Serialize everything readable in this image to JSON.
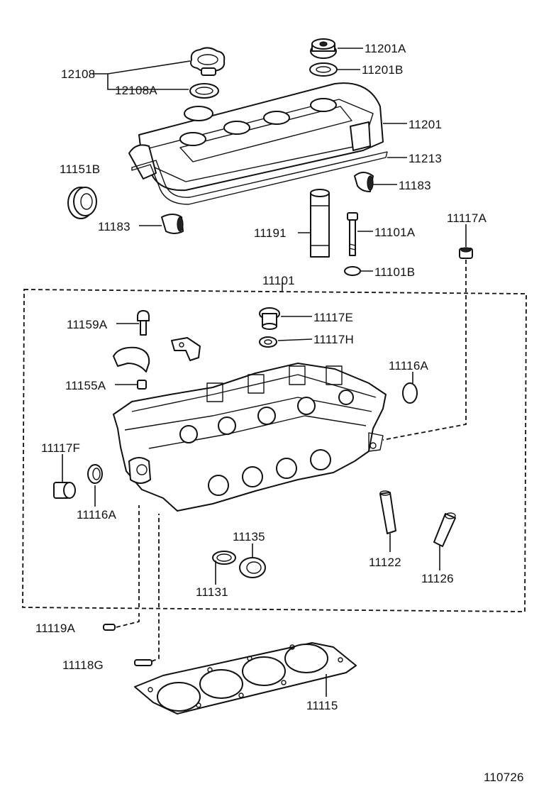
{
  "diagram": {
    "labels": {
      "p12108": "12108",
      "p12108A": "12108A",
      "p11201A": "11201A",
      "p11201B": "11201B",
      "p11201": "11201",
      "p11213": "11213",
      "p11151B": "11151B",
      "p11183a": "11183",
      "p11183b": "11183",
      "p11191": "11191",
      "p11101A": "11101A",
      "p11101B": "11101B",
      "p11117A": "11117A",
      "p11101": "11101",
      "p11159A": "11159A",
      "p11117E": "11117E",
      "p11117H": "11117H",
      "p11155A": "11155A",
      "p11116Aa": "11116A",
      "p11117F": "11117F",
      "p11116Ab": "11116A",
      "p11135": "11135",
      "p11131": "11131",
      "p11122": "11122",
      "p11126": "11126",
      "p11119A": "11119A",
      "p11118G": "11118G",
      "p11115": "11115",
      "figure_number": "110726"
    }
  }
}
